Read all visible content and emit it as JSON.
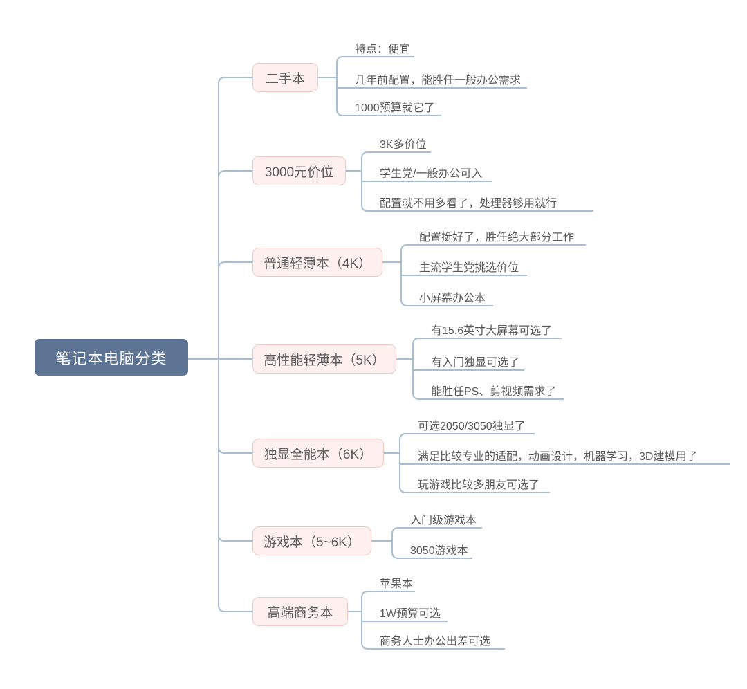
{
  "root": {
    "label": "笔记本电脑分类"
  },
  "branches": [
    {
      "label": "二手本",
      "children": [
        "特点：便宜",
        "几年前配置，能胜任一般办公需求",
        "1000预算就它了"
      ]
    },
    {
      "label": "3000元价位",
      "children": [
        "3K多价位",
        "学生党/一般办公可入",
        "配置就不用多看了，处理器够用就行"
      ]
    },
    {
      "label": "普通轻薄本（4K）",
      "children": [
        "配置挺好了，胜任绝大部分工作",
        "主流学生党挑选价位",
        "小屏幕办公本"
      ]
    },
    {
      "label": "高性能轻薄本（5K）",
      "children": [
        "有15.6英寸大屏幕可选了",
        "有入门独显可选了",
        "能胜任PS、剪视频需求了"
      ]
    },
    {
      "label": "独显全能本（6K）",
      "children": [
        "可选2050/3050独显了",
        "满足比较专业的适配，动画设计，机器学习，3D建模用了",
        "玩游戏比较多朋友可选了"
      ]
    },
    {
      "label": "游戏本（5~6K）",
      "children": [
        "入门级游戏本",
        "3050游戏本"
      ]
    },
    {
      "label": "高端商务本",
      "children": [
        "苹果本",
        "1W预算可选",
        "商务人士办公出差可选"
      ]
    }
  ],
  "colors": {
    "root_bg": "#5e7495",
    "root_text": "#ffffff",
    "branch_bg": "#fdf0ee",
    "branch_border": "#f0c9c4",
    "branch_text": "#5e5e5e",
    "leaf_text": "#595959",
    "line": "#a8bed4"
  }
}
